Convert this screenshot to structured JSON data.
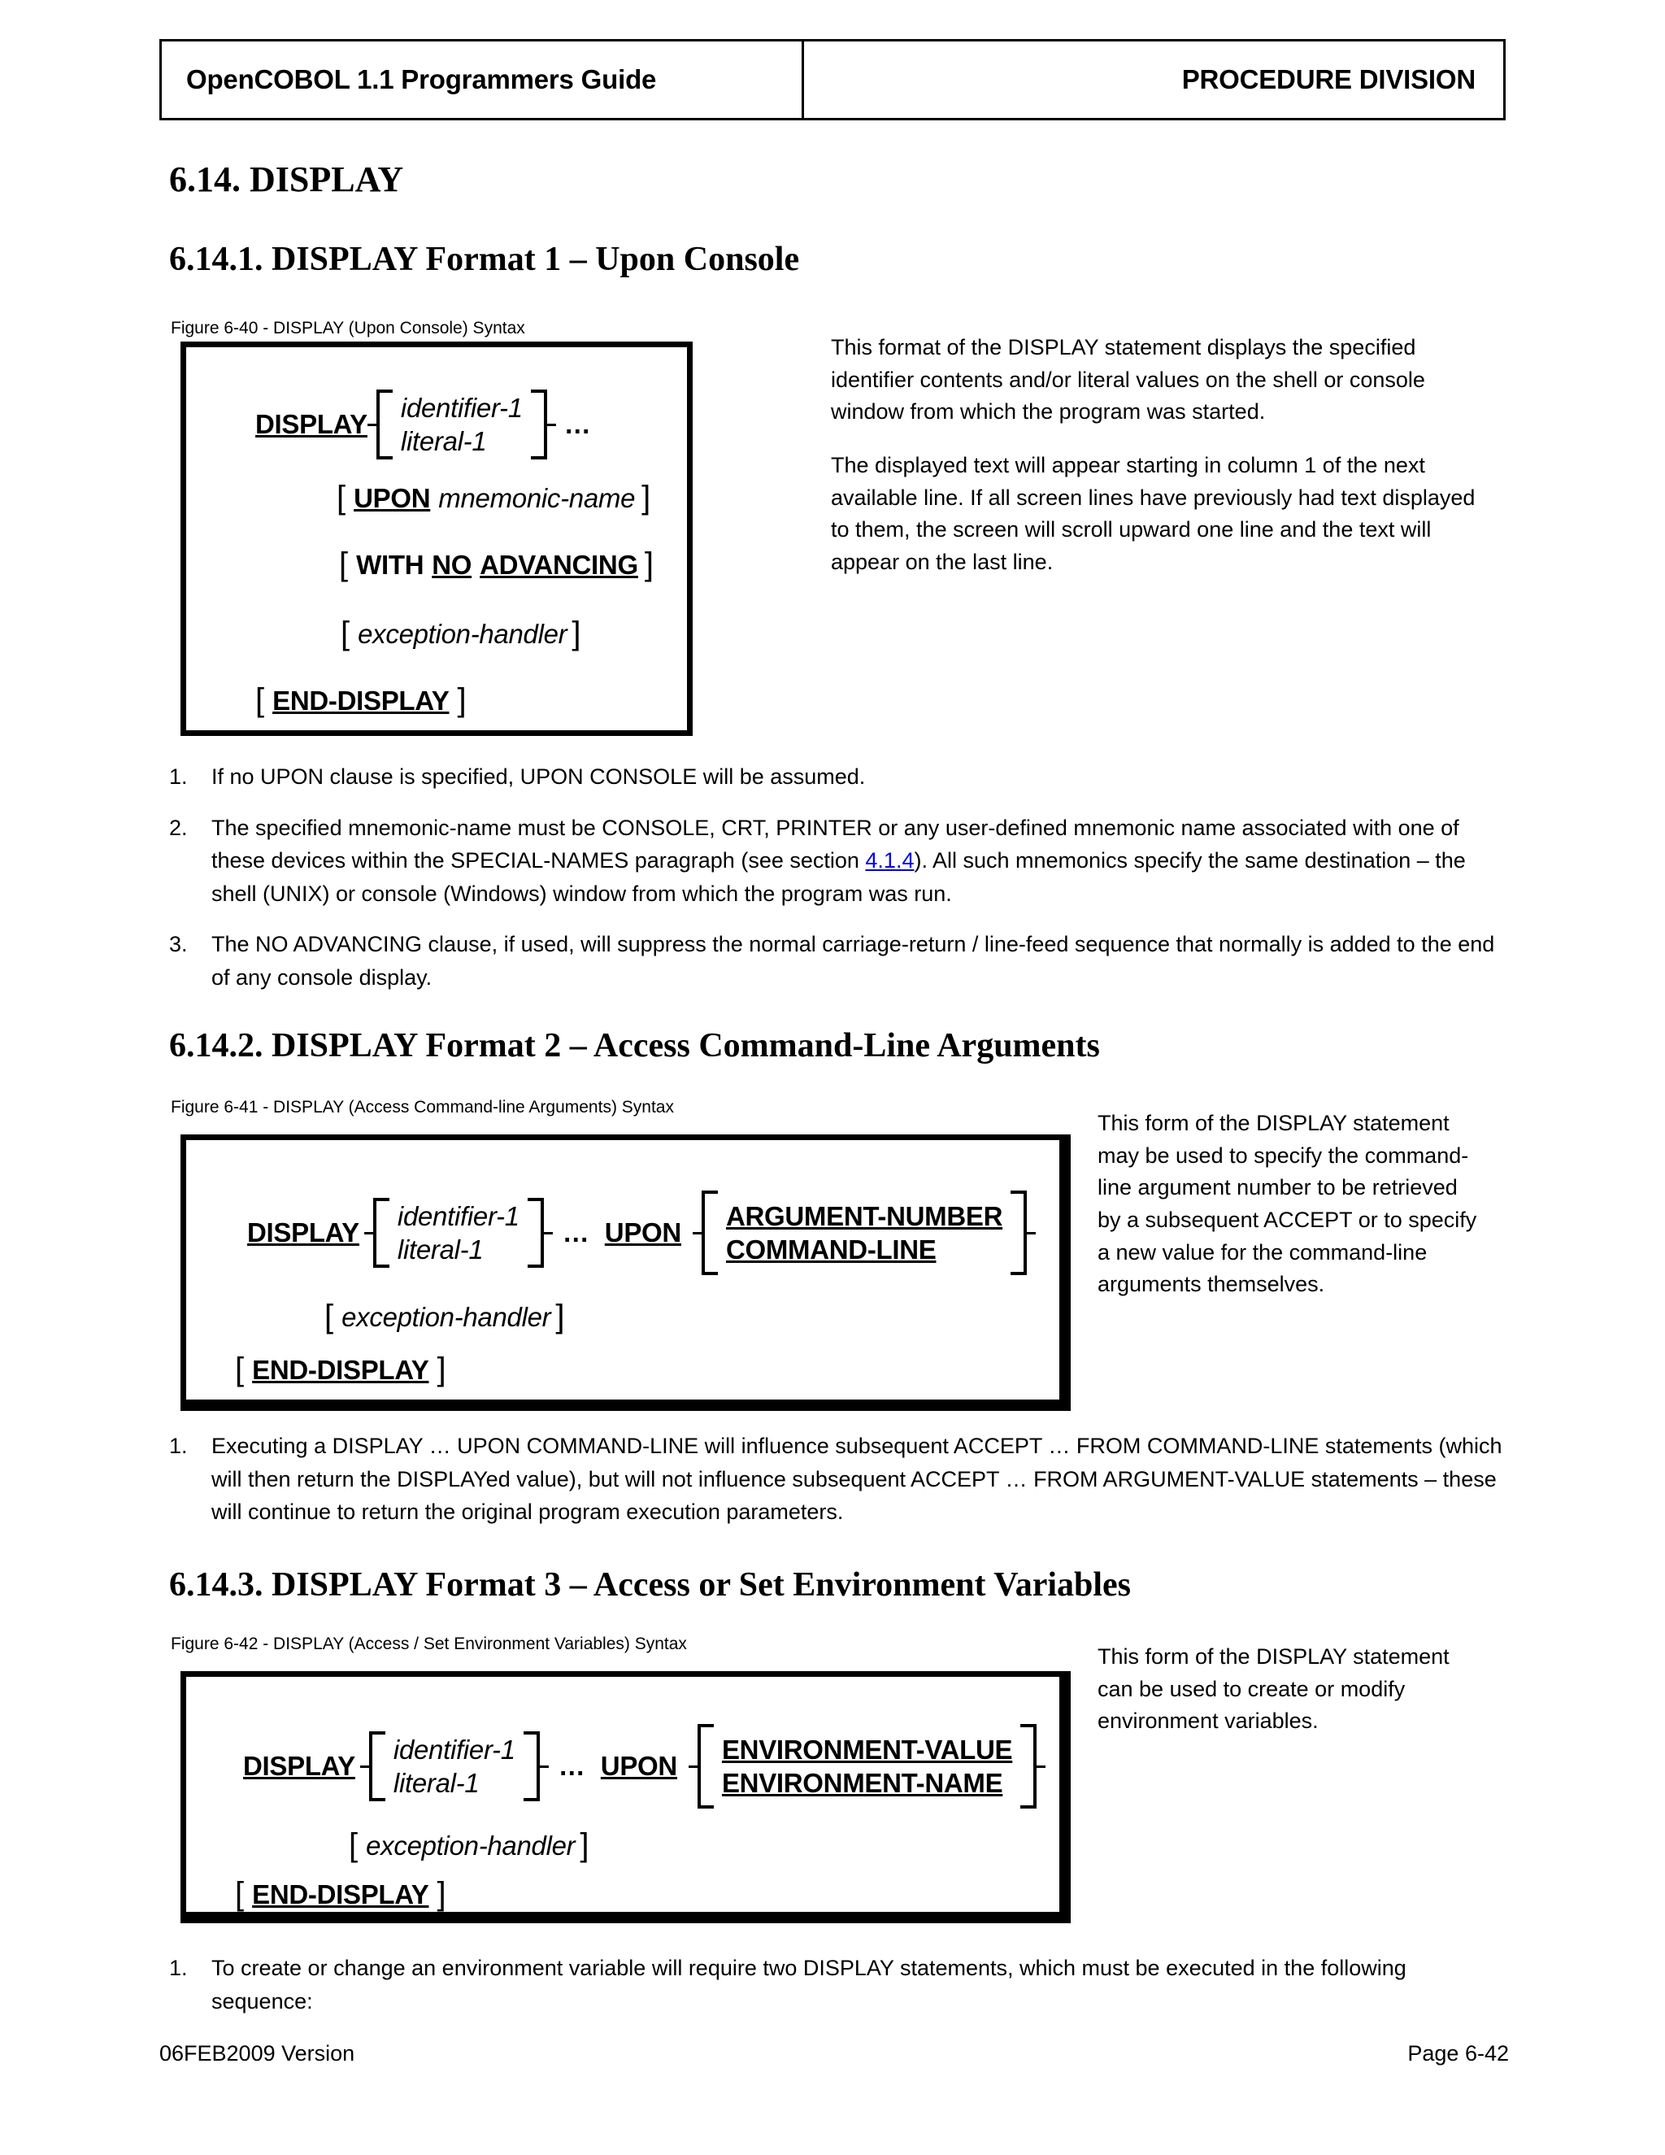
{
  "header": {
    "left_title": "OpenCOBOL 1.1 Programmers Guide",
    "right_title": "PROCEDURE DIVISION"
  },
  "sections": {
    "s614": {
      "heading": "6.14. DISPLAY"
    },
    "s6141": {
      "heading": "6.14.1. DISPLAY Format 1 – Upon Console",
      "figure_caption": "Figure 6-40 - DISPLAY (Upon Console) Syntax",
      "side_text": [
        "This format of the DISPLAY statement displays the specified identifier contents and/or literal values on the shell or console window from which the program was started.",
        "The displayed text will appear starting in column 1 of the next available line.  If all screen lines have previously had text displayed to them, the screen will scroll upward one line and the text will appear on the last line."
      ],
      "notes": [
        {
          "marker": "1.",
          "text": "If no UPON clause is specified, UPON CONSOLE will be assumed."
        },
        {
          "marker": "2.",
          "text_before": "The specified mnemonic-name must be CONSOLE, CRT, PRINTER or any user-defined mnemonic name associated with one of these devices within the SPECIAL-NAMES paragraph (see section ",
          "link": "4.1.4",
          "text_after": ").  All such mnemonics specify the same destination – the shell (UNIX) or console (Windows) window from which the program was run."
        },
        {
          "marker": "3.",
          "text": "The NO ADVANCING clause, if used, will suppress the normal carriage-return / line-feed sequence that normally is added to the end of any console display."
        }
      ],
      "syntax": {
        "display_kw": "DISPLAY",
        "operands": [
          "identifier-1",
          "literal-1"
        ],
        "ellipsis": "…",
        "line2": {
          "open_bracket": "[",
          "keyword": "UPON",
          "operand": "mnemonic-name",
          "close_bracket": "]"
        },
        "line3": {
          "open_bracket": "[",
          "with_kw": "WITH",
          "no_kw": "NO",
          "advancing_kw": "ADVANCING",
          "close_bracket": "]"
        },
        "line4": {
          "open_bracket": "[",
          "operand": "exception-handler",
          "close_bracket": "]"
        },
        "line5": {
          "open_bracket": "[",
          "keyword": "END-DISPLAY",
          "close_bracket": "]"
        }
      }
    },
    "s6142": {
      "heading": "6.14.2. DISPLAY Format 2 – Access Command-Line Arguments",
      "figure_caption": "Figure 6-41 - DISPLAY (Access Command-line Arguments) Syntax",
      "side_text": [
        "This form of the DISPLAY statement may be used to specify the command-line argument number to be retrieved by a subsequent ACCEPT or to specify a new value for the command-line arguments themselves."
      ],
      "notes": [
        {
          "marker": "1.",
          "text": "Executing a DISPLAY … UPON COMMAND-LINE will influence subsequent ACCEPT … FROM COMMAND-LINE statements (which will then return the DISPLAYed value), but will not influence subsequent ACCEPT … FROM ARGUMENT-VALUE statements – these will continue to return the original program execution parameters."
        }
      ],
      "syntax": {
        "display_kw": "DISPLAY",
        "operands": [
          "identifier-1",
          "literal-1"
        ],
        "ellipsis": "…",
        "upon_kw": "UPON",
        "targets": [
          "ARGUMENT-NUMBER",
          "COMMAND-LINE"
        ],
        "line2": {
          "open_bracket": "[",
          "operand": "exception-handler",
          "close_bracket": "]"
        },
        "line3": {
          "open_bracket": "[",
          "keyword": "END-DISPLAY",
          "close_bracket": "]"
        }
      }
    },
    "s6143": {
      "heading": "6.14.3. DISPLAY Format 3 – Access or Set Environment Variables",
      "figure_caption": "Figure 6-42 - DISPLAY (Access / Set Environment Variables) Syntax",
      "side_text": [
        "This form of the DISPLAY statement can be used to create or modify environment variables."
      ],
      "notes": [
        {
          "marker": "1.",
          "text": "To create or change an environment variable will require two DISPLAY statements, which must be executed in the following sequence:"
        }
      ],
      "syntax": {
        "display_kw": "DISPLAY",
        "operands": [
          "identifier-1",
          "literal-1"
        ],
        "ellipsis": "…",
        "upon_kw": "UPON",
        "targets": [
          "ENVIRONMENT-VALUE",
          "ENVIRONMENT-NAME"
        ],
        "line2": {
          "open_bracket": "[",
          "operand": "exception-handler",
          "close_bracket": "]"
        },
        "line3": {
          "open_bracket": "[",
          "keyword": "END-DISPLAY",
          "close_bracket": "]"
        }
      }
    }
  },
  "footer": {
    "version": "06FEB2009 Version",
    "page": "Page 6-42"
  },
  "colors": {
    "text": "#000000",
    "link": "#0000ee",
    "background": "#ffffff"
  }
}
